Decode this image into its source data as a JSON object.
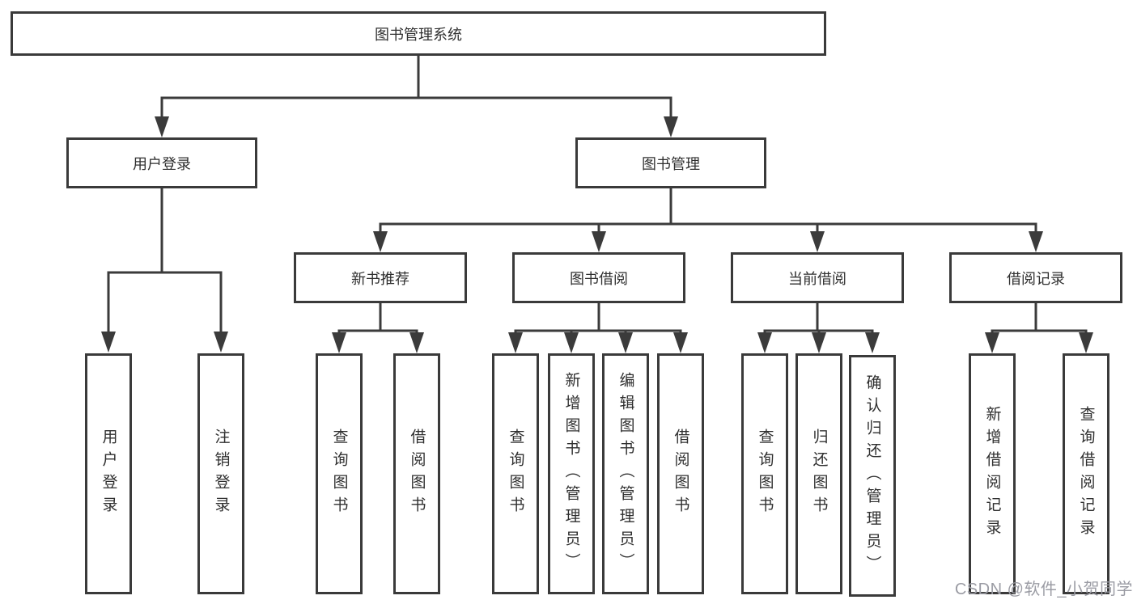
{
  "tree": {
    "root": {
      "label": "图书管理系统"
    },
    "branches": [
      {
        "label": "用户登录",
        "children": [
          {
            "label": "用户登录"
          },
          {
            "label": "注销登录"
          }
        ]
      },
      {
        "label": "图书管理",
        "children": [
          {
            "label": "新书推荐",
            "children": [
              {
                "label": "查询图书"
              },
              {
                "label": "借阅图书"
              }
            ]
          },
          {
            "label": "图书借阅",
            "children": [
              {
                "label": "查询图书"
              },
              {
                "label": "新增图书（管理员）"
              },
              {
                "label": "编辑图书（管理员）"
              },
              {
                "label": "借阅图书"
              }
            ]
          },
          {
            "label": "当前借阅",
            "children": [
              {
                "label": "查询图书"
              },
              {
                "label": "归还图书"
              },
              {
                "label": "确认归还（管理员）"
              }
            ]
          },
          {
            "label": "借阅记录",
            "children": [
              {
                "label": "新增借阅记录"
              },
              {
                "label": "查询借阅记录"
              }
            ]
          }
        ]
      }
    ]
  },
  "watermark": "CSDN @软件_小贺同学",
  "colors": {
    "line": "#3b3b3b",
    "box_border": "#3a3a3a",
    "box_fill": "#ffffff",
    "text": "#2f2f2f",
    "watermark": "#9b9ca4",
    "background": "#ffffff"
  }
}
